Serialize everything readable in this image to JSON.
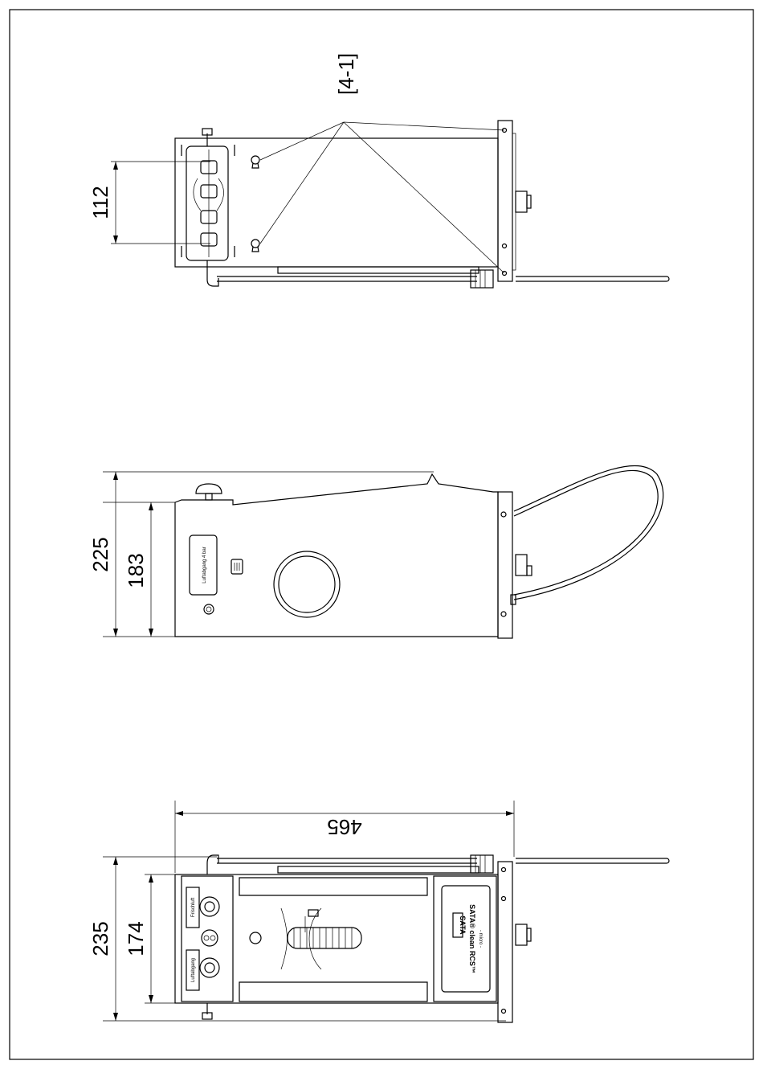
{
  "labels": {
    "callout": "[4-1]",
    "dim_112": "112",
    "dim_225": "225",
    "dim_183": "183",
    "dim_465": "465",
    "dim_235": "235",
    "dim_174": "174",
    "plate_side": "Luftabgang 4 bar",
    "plate_top_1": "Frischluft",
    "plate_top_2": "Luftabgang",
    "brand_logo": "SATA",
    "brand_name": "SATA® clean RCS™",
    "brand_sub": "- micro -"
  }
}
